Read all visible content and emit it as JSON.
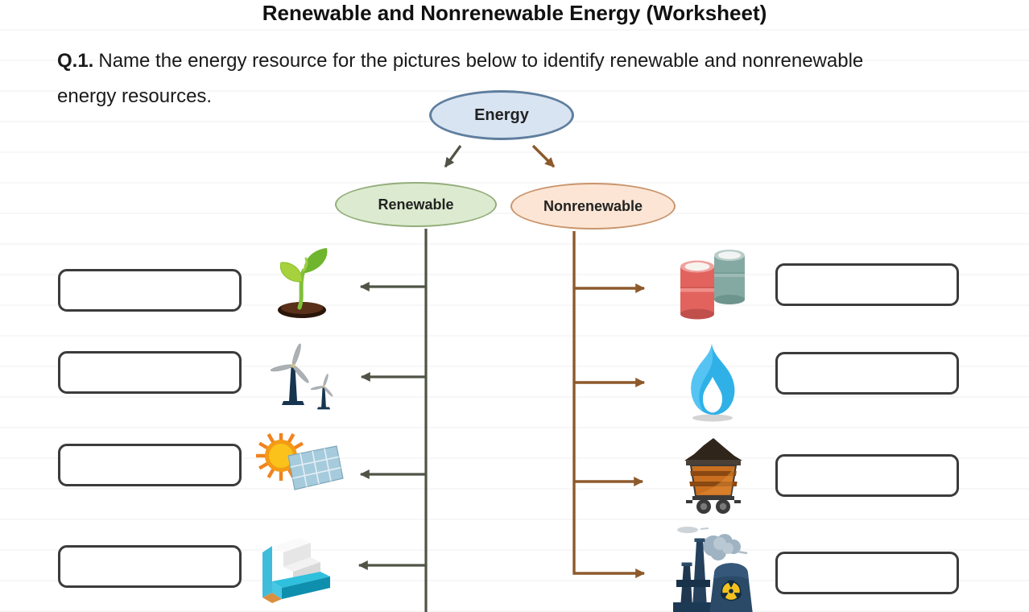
{
  "page": {
    "title": "Renewable and Nonrenewable Energy (Worksheet)",
    "question": {
      "number": "Q.1.",
      "text": "Name the energy resource for the pictures below to identify renewable and nonrenewable energy resources."
    }
  },
  "colors": {
    "energy_fill": "#d8e4f2",
    "energy_border": "#5f7e9e",
    "renewable_fill": "#dcebcf",
    "renewable_border": "#93ad7b",
    "nonrenewable_fill": "#fce5d4",
    "nonrenewable_border": "#c9946c",
    "renewable_line": "#4f5446",
    "nonrenewable_line": "#8d5a2b",
    "box_border": "#3b3b3b",
    "title_text": "#111111",
    "body_text": "#1a1a1a",
    "background": "#ffffff"
  },
  "diagram": {
    "root": {
      "label": "Energy"
    },
    "branches": [
      {
        "label": "Renewable",
        "items": [
          {
            "icon": "seedling-icon",
            "answer": ""
          },
          {
            "icon": "wind-turbines-icon",
            "answer": ""
          },
          {
            "icon": "sun-and-solar-panel-icon",
            "answer": ""
          },
          {
            "icon": "hydroelectric-dam-icon",
            "answer": ""
          }
        ]
      },
      {
        "label": "Nonrenewable",
        "items": [
          {
            "icon": "oil-barrels-icon",
            "answer": ""
          },
          {
            "icon": "gas-flame-icon",
            "answer": ""
          },
          {
            "icon": "coal-cart-icon",
            "answer": ""
          },
          {
            "icon": "nuclear-plant-icon",
            "answer": ""
          }
        ]
      }
    ]
  }
}
